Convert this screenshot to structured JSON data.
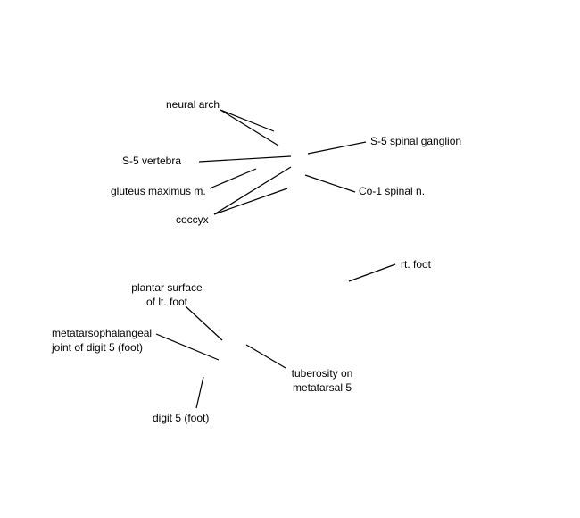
{
  "labels": {
    "neural_arch": "neural arch",
    "s5_vertebra": "S-5 vertebra",
    "gluteus_maximus": "gluteus maximus m.",
    "coccyx": "coccyx",
    "s5_spinal_ganglion": "S-5 spinal ganglion",
    "co1_spinal_nerve": "Co-1 spinal n.",
    "rt_foot": "rt. foot",
    "plantar_surface": [
      "plantar surface",
      "of lt. foot"
    ],
    "mtp_joint_digit5": [
      "metatarsophalangeal",
      "joint of digit 5 (foot)"
    ],
    "digit5_foot": "digit 5 (foot)",
    "tuberosity_metatarsal5": [
      "tuberosity on",
      "metatarsal 5"
    ]
  },
  "colors": {
    "background": "#ffffff",
    "ink": "#000000"
  }
}
